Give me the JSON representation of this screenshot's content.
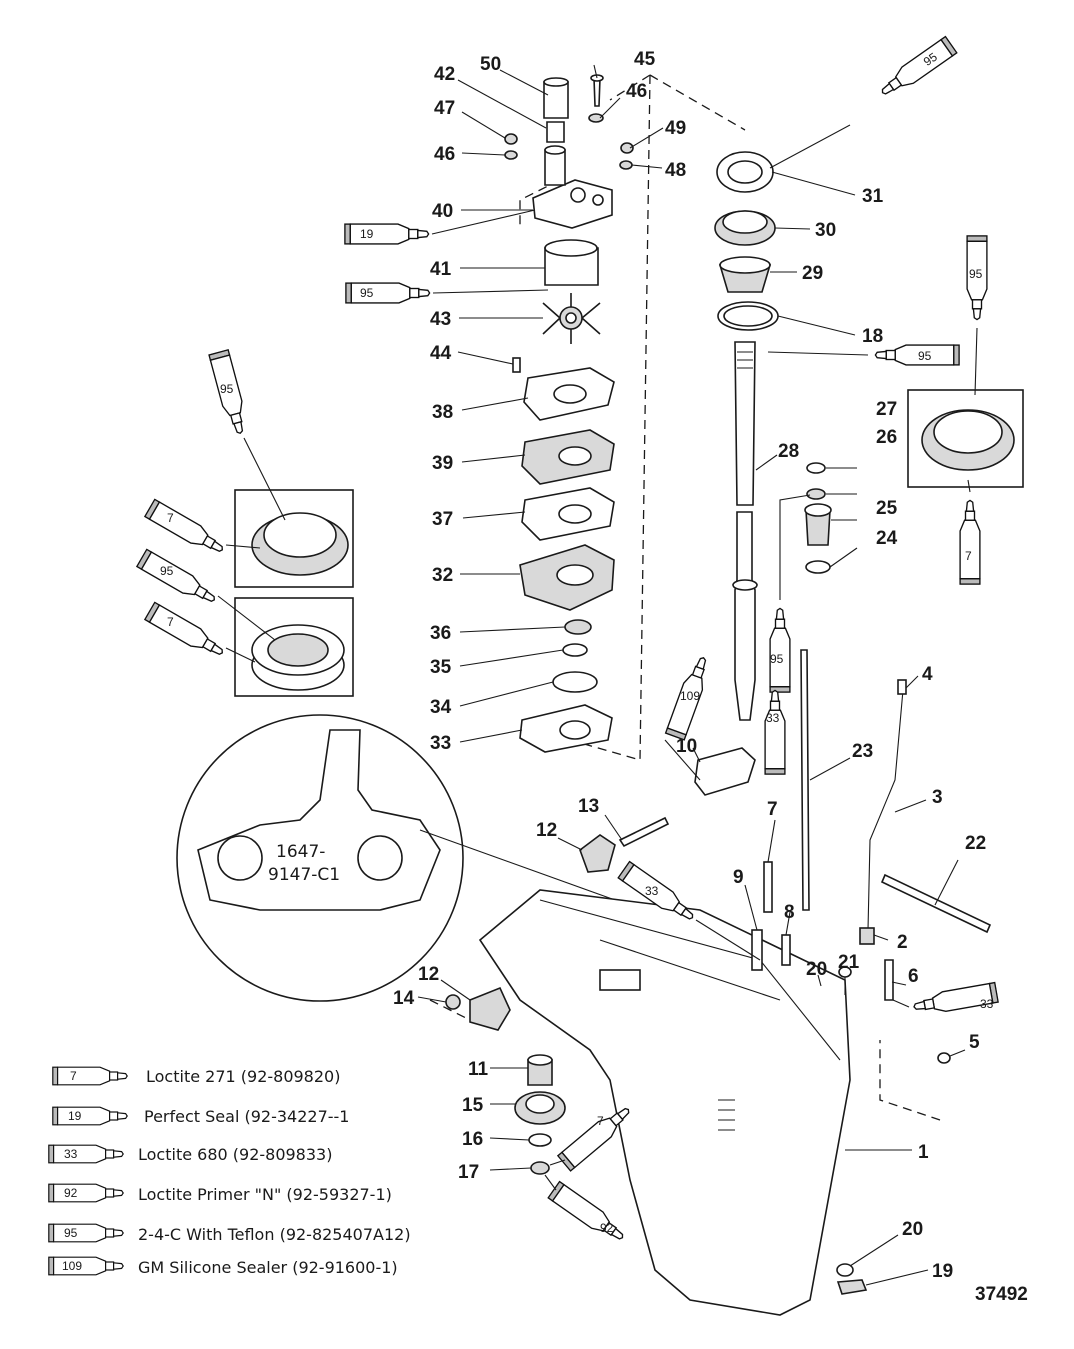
{
  "figure_number": "37492",
  "stamp": {
    "line1": "1647-",
    "line2": "9147-C1"
  },
  "legend": [
    {
      "code": "7",
      "text": "Loctite 271 (92-809820)"
    },
    {
      "code": "19",
      "text": "Perfect Seal (92-34227--1"
    },
    {
      "code": "33",
      "text": "Loctite 680 (92-809833)"
    },
    {
      "code": "92",
      "text": "Loctite Primer \"N\" (92-59327-1)"
    },
    {
      "code": "95",
      "text": "2-4-C  With Teflon (92-825407A12)"
    },
    {
      "code": "109",
      "text": "GM Silicone Sealer (92-91600-1)"
    }
  ],
  "callouts": {
    "c50": "50",
    "c45": "45",
    "c42": "42",
    "c46a": "46",
    "c47": "47",
    "c49": "49",
    "c46b": "46",
    "c48": "48",
    "c40": "40",
    "c41": "41",
    "c43": "43",
    "c44": "44",
    "c38": "38",
    "c39": "39",
    "c37": "37",
    "c32": "32",
    "c36": "36",
    "c35": "35",
    "c34": "34",
    "c33": "33",
    "c31": "31",
    "c30": "30",
    "c29": "29",
    "c18": "18",
    "c28": "28",
    "c27": "27",
    "c26": "26",
    "c25": "25",
    "c24": "24",
    "c4": "4",
    "c23": "23",
    "c3": "3",
    "c10": "10",
    "c13": "13",
    "c12a": "12",
    "c7": "7",
    "c9": "9",
    "c8": "8",
    "c22": "22",
    "c2": "2",
    "c20a": "20",
    "c21": "21",
    "c6": "6",
    "c12b": "12",
    "c14": "14",
    "c5": "5",
    "c11": "11",
    "c15": "15",
    "c16": "16",
    "c17": "17",
    "c1": "1",
    "c20b": "20",
    "c19": "19"
  },
  "tubes": {
    "t19": "19",
    "t95a": "95",
    "t95b": "95",
    "t7a": "7",
    "t95c": "95",
    "t7b": "7",
    "t95d": "95",
    "t95e": "95",
    "t95f": "95",
    "t7c": "7",
    "t95g": "95",
    "t109": "109",
    "t33a": "33",
    "t33b": "33",
    "t33c": "33",
    "t7d": "7",
    "t92": "92"
  }
}
